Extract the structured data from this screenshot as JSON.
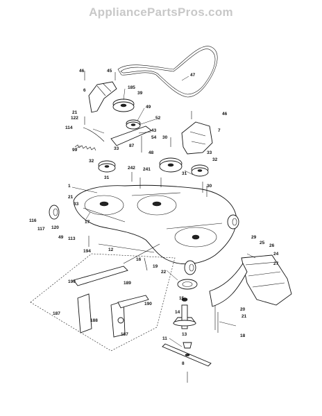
{
  "watermark": "AppliancePartsPros.com",
  "labels": [
    "46",
    "45",
    "47",
    "6",
    "185",
    "39",
    "49",
    "21",
    "122",
    "52",
    "46",
    "7",
    "114",
    "43",
    "54",
    "30",
    "87",
    "99",
    "33",
    "48",
    "33",
    "32",
    "242",
    "241",
    "32",
    "31",
    "31",
    "30",
    "1",
    "21",
    "33",
    "116",
    "117",
    "120",
    "17",
    "49",
    "113",
    "12",
    "194",
    "29",
    "25",
    "24",
    "26",
    "27",
    "16",
    "19",
    "22",
    "190",
    "189",
    "15",
    "190",
    "187",
    "188",
    "187",
    "14",
    "20",
    "21",
    "18",
    "13",
    "11",
    "8"
  ]
}
